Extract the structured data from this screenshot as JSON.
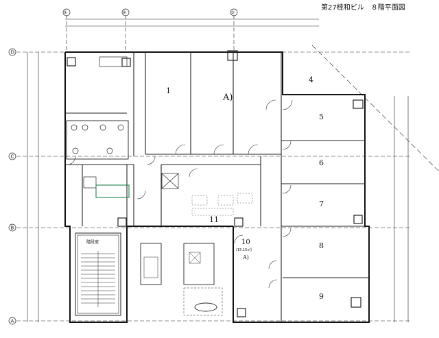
{
  "title": "第27桂和ビル　８階平面図",
  "column_labels": [
    "①",
    "②",
    "③"
  ],
  "row_labels": [
    "D",
    "C",
    "B",
    "A"
  ],
  "rooms": {
    "r1": "1",
    "rA1": "A)",
    "r4": "4",
    "r5": "5",
    "r6": "6",
    "r7": "7",
    "r8": "8",
    "r9": "9",
    "r10": "10",
    "r10_sub": "(15.15㎡)",
    "rA2": "A)",
    "r11": "11",
    "stair": "階段室"
  }
}
